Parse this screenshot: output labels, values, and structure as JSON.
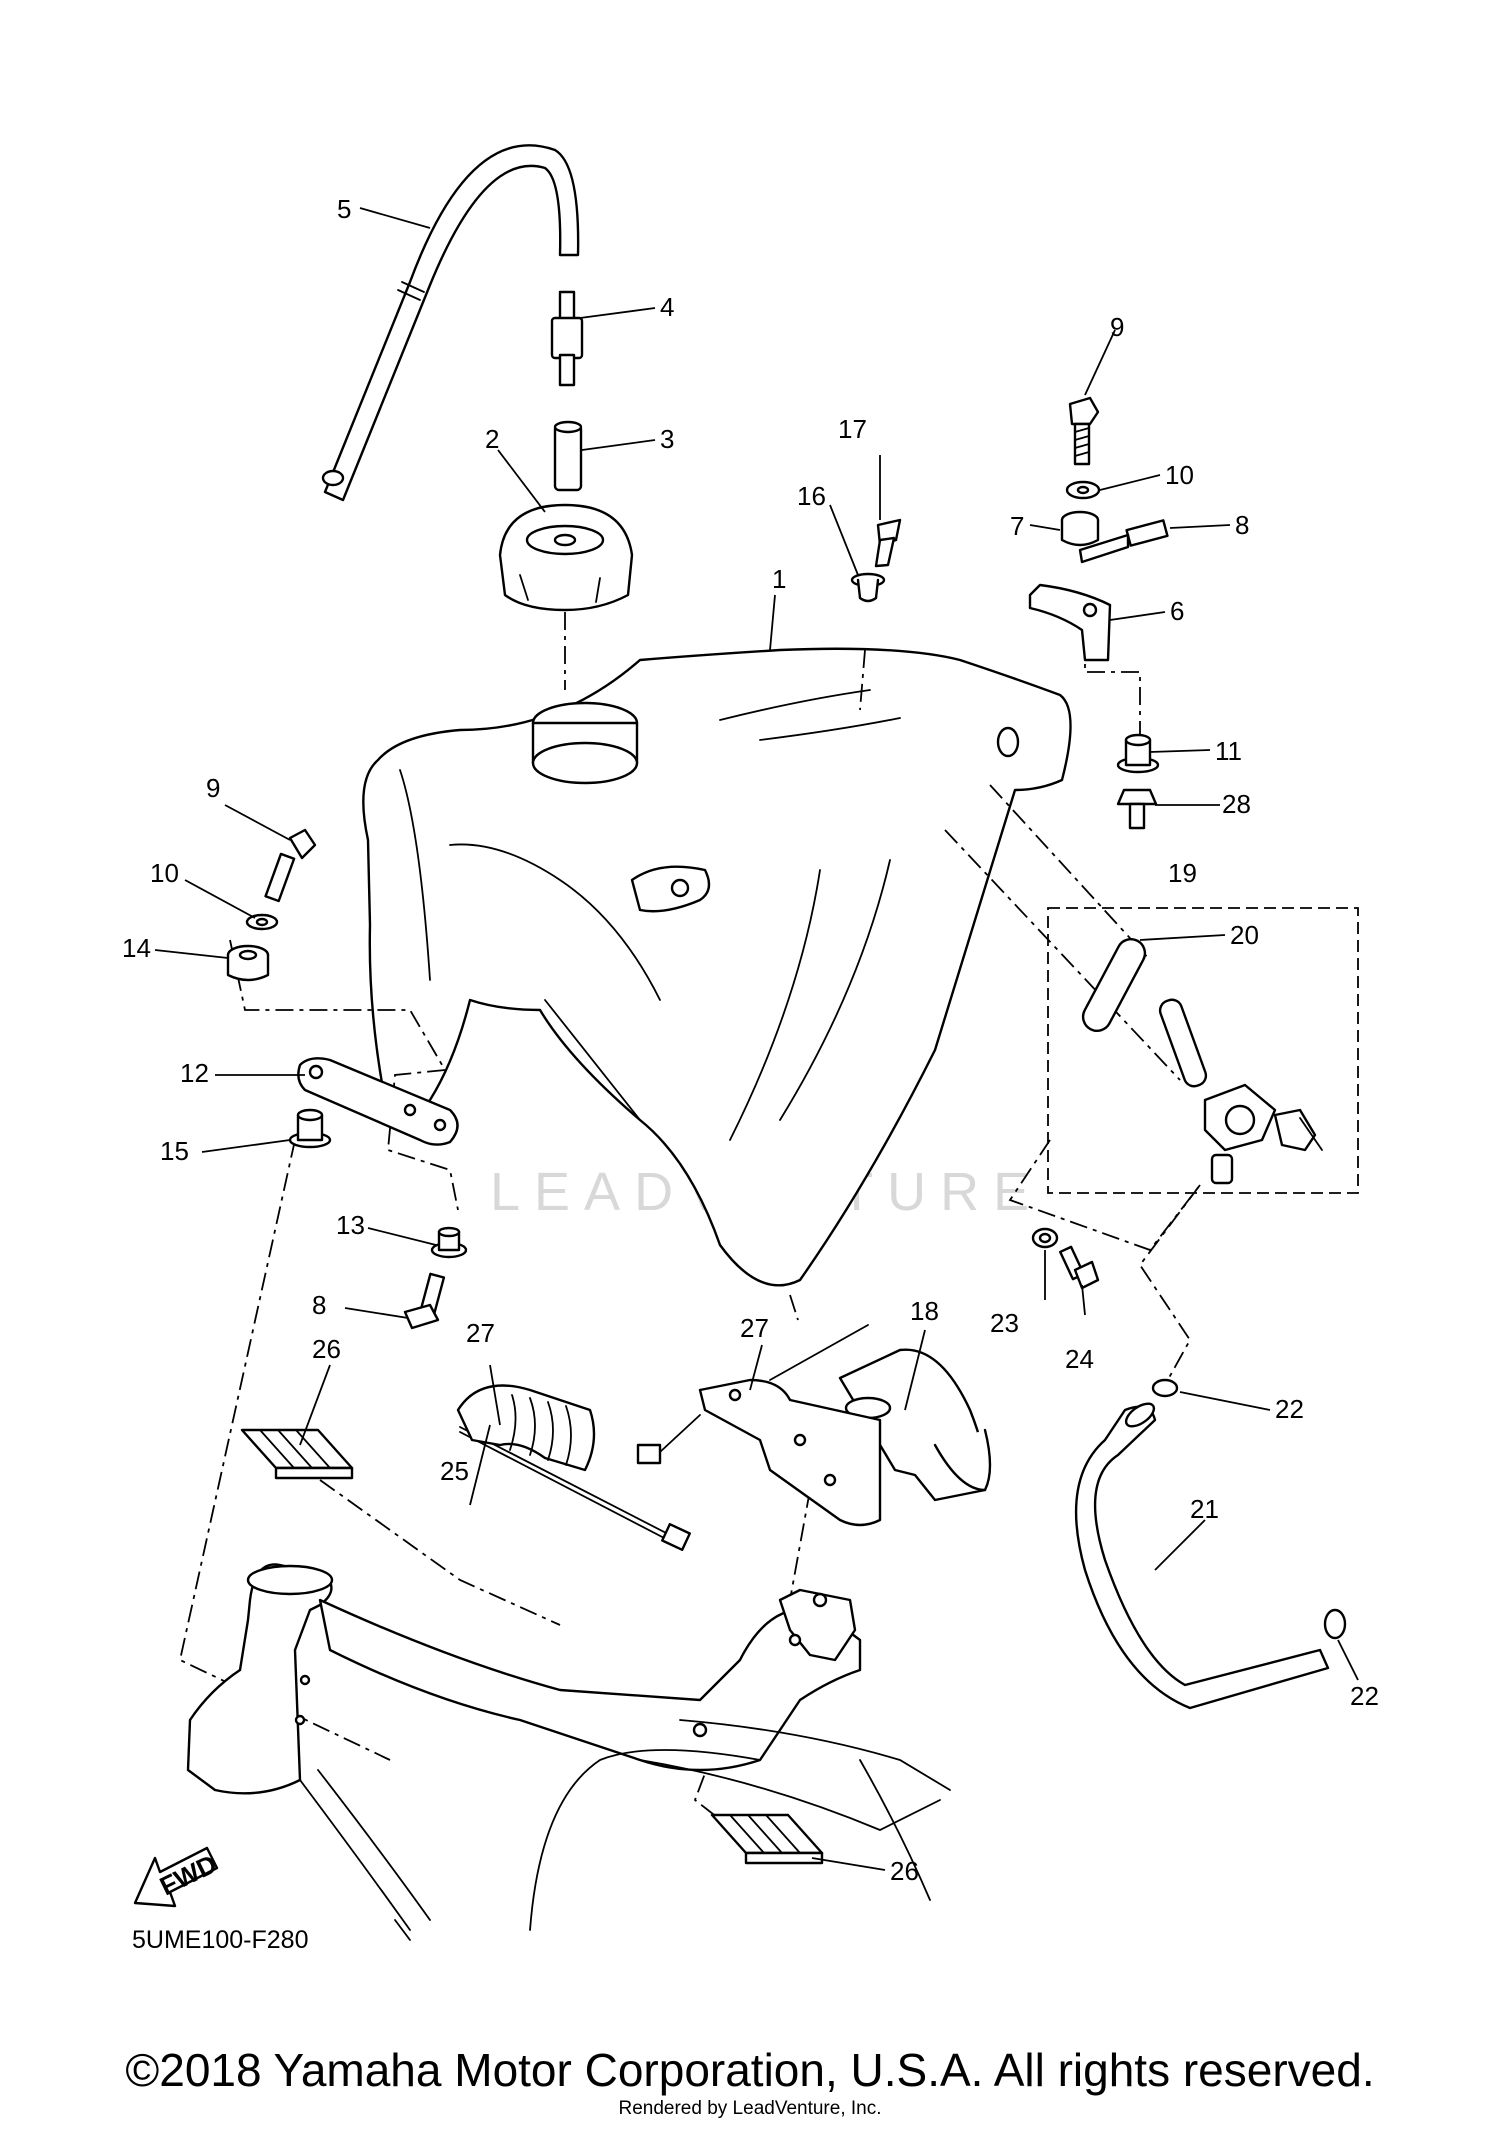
{
  "diagram": {
    "drawing_code": "5UME100-F280",
    "fwd_label": "FWD",
    "watermark": "LEADVENTURE",
    "callouts": [
      "1",
      "2",
      "3",
      "4",
      "5",
      "6",
      "7",
      "8",
      "8",
      "9",
      "9",
      "10",
      "10",
      "11",
      "12",
      "13",
      "14",
      "15",
      "16",
      "17",
      "18",
      "19",
      "20",
      "21",
      "22",
      "22",
      "23",
      "24",
      "25",
      "26",
      "26",
      "27",
      "27",
      "28"
    ]
  },
  "footer": {
    "copyright": "©2018 Yamaha Motor Corporation, U.S.A. All rights reserved.",
    "rendered_by": "Rendered by LeadVenture, Inc."
  }
}
